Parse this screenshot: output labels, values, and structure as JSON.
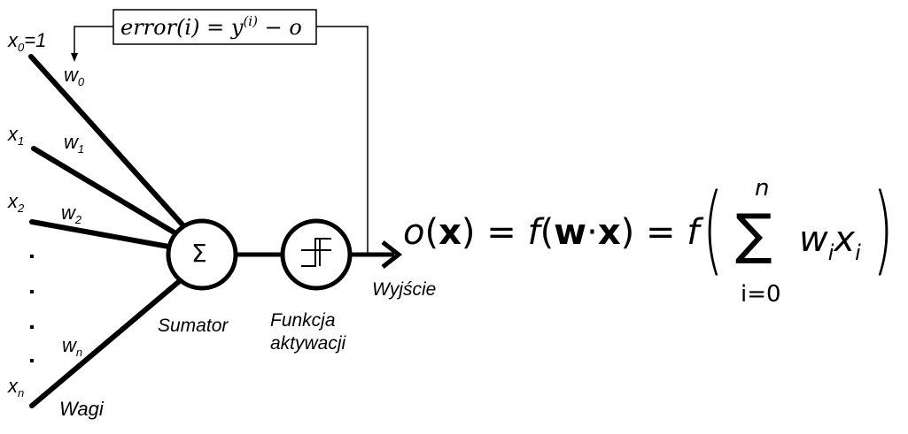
{
  "error_box": {
    "lhs": "error(i)",
    "eq": "=",
    "y": "y",
    "sup": "(i)",
    "minus": "−",
    "o": "o"
  },
  "inputs": [
    {
      "name": "x",
      "sub": "0",
      "suffix": "=1"
    },
    {
      "name": "x",
      "sub": "1",
      "suffix": ""
    },
    {
      "name": "x",
      "sub": "2",
      "suffix": ""
    },
    {
      "name": "x",
      "sub": "n",
      "suffix": ""
    }
  ],
  "weights": [
    {
      "name": "w",
      "sub": "0"
    },
    {
      "name": "w",
      "sub": "1"
    },
    {
      "name": "w",
      "sub": "2"
    },
    {
      "name": "w",
      "sub": "n"
    }
  ],
  "ellipsis_dots": "·",
  "labels": {
    "wagi": "Wagi",
    "sumator": "Sumator",
    "funkcja_line1": "Funkcja",
    "funkcja_line2": "aktywacji",
    "wyjscie": "Wyjście"
  },
  "sum_symbol": "Σ",
  "formula": {
    "o": "o",
    "lp1": "(",
    "x1": "x",
    "rp1": ")",
    "eq1": "=",
    "f1": "f",
    "lp2": "(",
    "w": "w",
    "dot": "·",
    "x2": "x",
    "rp2": ")",
    "eq2": "=",
    "f2": "f",
    "big_lp": "(",
    "sigma": "∑",
    "upper": "n",
    "lower": "i=0",
    "wi": "w",
    "wi_sub": "i",
    "xi": "x",
    "xi_sub": "i",
    "big_rp": ")"
  }
}
